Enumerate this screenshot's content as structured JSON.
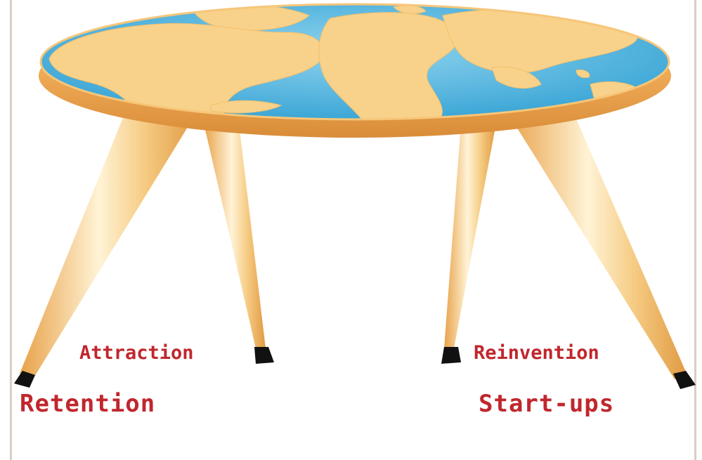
{
  "legs": [
    {
      "id": "retention",
      "label": "Retention"
    },
    {
      "id": "attraction",
      "label": "Attraction"
    },
    {
      "id": "reinvention",
      "label": "Reinvention"
    },
    {
      "id": "startups",
      "label": "Start-ups"
    }
  ],
  "colors": {
    "label": "#c0272d",
    "ocean": "#3aaedc",
    "ocean_light": "#8fd3ee",
    "land": "#f8d28a",
    "wood": "#f0b860",
    "wood_light": "#fff3d6",
    "foot": "#111111"
  },
  "icons": {
    "tabletop": "world-map-tabletop",
    "leg": "tapered-table-leg",
    "foot": "black-foot-cap"
  }
}
